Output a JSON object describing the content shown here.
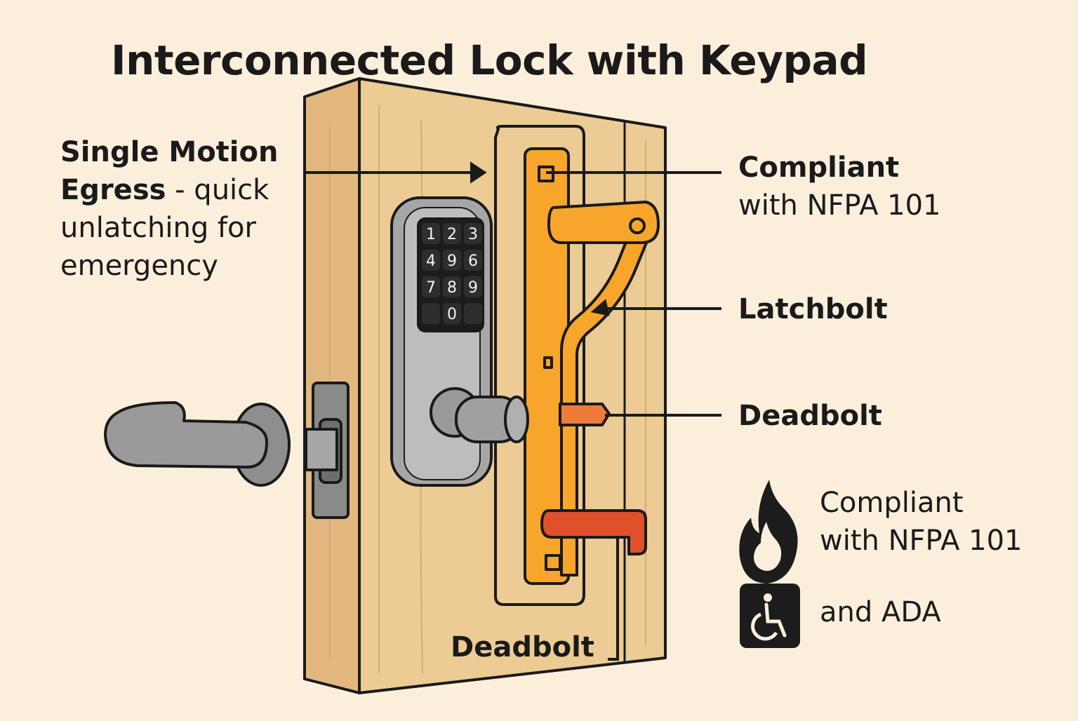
{
  "title": "Interconnected Lock with Keypad",
  "callouts": {
    "egress_bold_1": "Single Motion",
    "egress_bold_2": "Egress",
    "egress_rest_2": " - quick",
    "egress_line_3": "unlatching for",
    "egress_line_4": "emergency",
    "compliant_top_1": "Compliant",
    "compliant_top_2": "with NFPA 101",
    "latchbolt": "Latchbolt",
    "deadbolt_right": "Deadbolt",
    "deadbolt_bottom": "Deadbolt",
    "compliant_badge_1": "Compliant",
    "compliant_badge_2": "with NFPA 101",
    "ada": "and ADA"
  },
  "keypad": {
    "keys": [
      "1",
      "2",
      "3",
      "4",
      "9",
      "6",
      "7",
      "8",
      "9",
      "",
      "0",
      ""
    ]
  },
  "icons": {
    "fire": "fire-icon",
    "accessibility": "wheelchair-icon"
  },
  "colors": {
    "background": "#fbefdc",
    "door": "#e9c48d",
    "latch_orange": "#f7a62b",
    "deadbolt_red": "#e0502a",
    "lever_gray": "#9a9a9a",
    "keypad_black": "#1c1c1c"
  }
}
